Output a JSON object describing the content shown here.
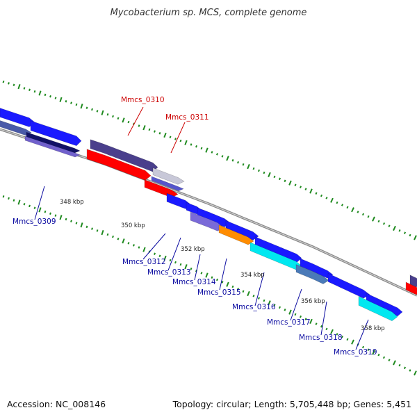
{
  "title": "Mycobacterium sp. MCS, complete genome",
  "accession_text": "Accession: NC_008146",
  "topology_text": "Topology: circular; Length: 5,705,448 bp; Genes: 5,451",
  "colors": {
    "backbone": "#8a8a8a",
    "tick": "#1f8a1f",
    "label_highlight": "#cc0000",
    "label_normal": "#0a0aa0",
    "label_line": "#0a0aa0",
    "highlight_line": "#cc0000"
  },
  "kbp_ticks": [
    {
      "text": "348 kbp"
    },
    {
      "text": "350 kbp"
    },
    {
      "text": "352 kbp"
    },
    {
      "text": "354 kbp"
    },
    {
      "text": "356 kbp"
    },
    {
      "text": "358 kbp"
    }
  ],
  "gene_labels": [
    {
      "text": "Mmcs_0309",
      "highlight": false
    },
    {
      "text": "Mmcs_0310",
      "highlight": true
    },
    {
      "text": "Mmcs_0311",
      "highlight": true
    },
    {
      "text": "Mmcs_0312",
      "highlight": false
    },
    {
      "text": "Mmcs_0313",
      "highlight": false
    },
    {
      "text": "Mmcs_0314",
      "highlight": false
    },
    {
      "text": "Mmcs_0315",
      "highlight": false
    },
    {
      "text": "Mmcs_0316",
      "highlight": false
    },
    {
      "text": "Mmcs_0317",
      "highlight": false
    },
    {
      "text": "Mmcs_0318",
      "highlight": false
    },
    {
      "text": "Mmcs_0319",
      "highlight": false
    }
  ],
  "features": [
    {
      "color": "#1a1aff",
      "strand": "outer"
    },
    {
      "color": "#1a1aff",
      "strand": "outer"
    },
    {
      "color": "#4a5aa8",
      "strand": "inner"
    },
    {
      "color": "#111166",
      "strand": "inner"
    },
    {
      "color": "#7060cc",
      "strand": "inner"
    },
    {
      "color": "#4a3f8c",
      "strand": "outer"
    },
    {
      "color": "#c8c8d8",
      "strand": "outer"
    },
    {
      "color": "#ff0000",
      "strand": "inner"
    },
    {
      "color": "#5555cc",
      "strand": "inner"
    },
    {
      "color": "#ff0000",
      "strand": "inner"
    },
    {
      "color": "#1a1aff",
      "strand": "inner"
    },
    {
      "color": "#1a1aff",
      "strand": "inner"
    },
    {
      "color": "#1a1aff",
      "strand": "inner"
    },
    {
      "color": "#1a1aff",
      "strand": "inner"
    },
    {
      "color": "#7a6ad8",
      "strand": "inner"
    },
    {
      "color": "#ff8c00",
      "strand": "inner"
    },
    {
      "color": "#1a1aff",
      "strand": "inner"
    },
    {
      "color": "#00e8f0",
      "strand": "inner"
    },
    {
      "color": "#1a1aff",
      "strand": "inner"
    },
    {
      "color": "#4a7ab8",
      "strand": "inner"
    },
    {
      "color": "#1a1aff",
      "strand": "inner"
    },
    {
      "color": "#1a1aff",
      "strand": "inner"
    },
    {
      "color": "#00e8f0",
      "strand": "inner"
    },
    {
      "color": "#4a3f8c",
      "strand": "outer"
    },
    {
      "color": "#ff0000",
      "strand": "inner"
    }
  ]
}
